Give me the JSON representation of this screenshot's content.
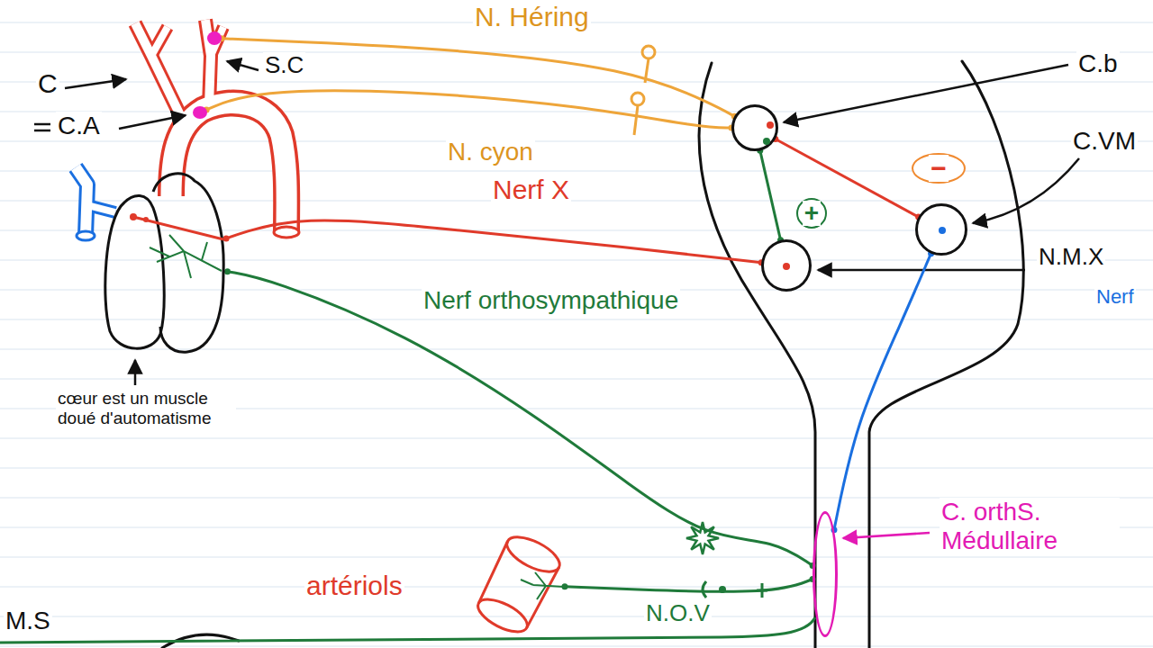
{
  "diagram": {
    "nodes": [
      {
        "text": [
          "S.C"
        ]
      },
      {
        "text": [
          "C.A"
        ]
      },
      {
        "text": [
          "cœur est un muscle doué d'automatisme"
        ]
      },
      {
        "text": [
          "C.b"
        ]
      },
      {
        "text": [
          "C.VM"
        ]
      },
      {
        "text": [
          "N.M.X",
          "Nerf"
        ]
      },
      {
        "text": [
          "C. orthS. Médullaire"
        ]
      },
      {
        "text": [
          "artériols"
        ]
      }
    ],
    "edges": [
      {
        "from": 0,
        "to": 3,
        "label": "N. Héring",
        "arrow": "none"
      },
      {
        "from": 1,
        "to": 3,
        "label": "N. cyon",
        "arrow": "none"
      },
      {
        "from": 3,
        "to": 4,
        "label": "−",
        "arrow": "none"
      },
      {
        "from": 3,
        "to": 5,
        "label": "+",
        "arrow": "none"
      },
      {
        "from": 5,
        "to": 2,
        "label": "Nerf X",
        "arrow": "none"
      },
      {
        "from": 4,
        "to": 6,
        "arrow": "none"
      },
      {
        "from": 6,
        "to": 2,
        "label": "Nerf orthosympathique",
        "arrow": "none"
      },
      {
        "from": 6,
        "to": 7,
        "label": "N.O.V",
        "arrow": "none"
      }
    ],
    "labels": [
      "C",
      "M.S"
    ]
  }
}
